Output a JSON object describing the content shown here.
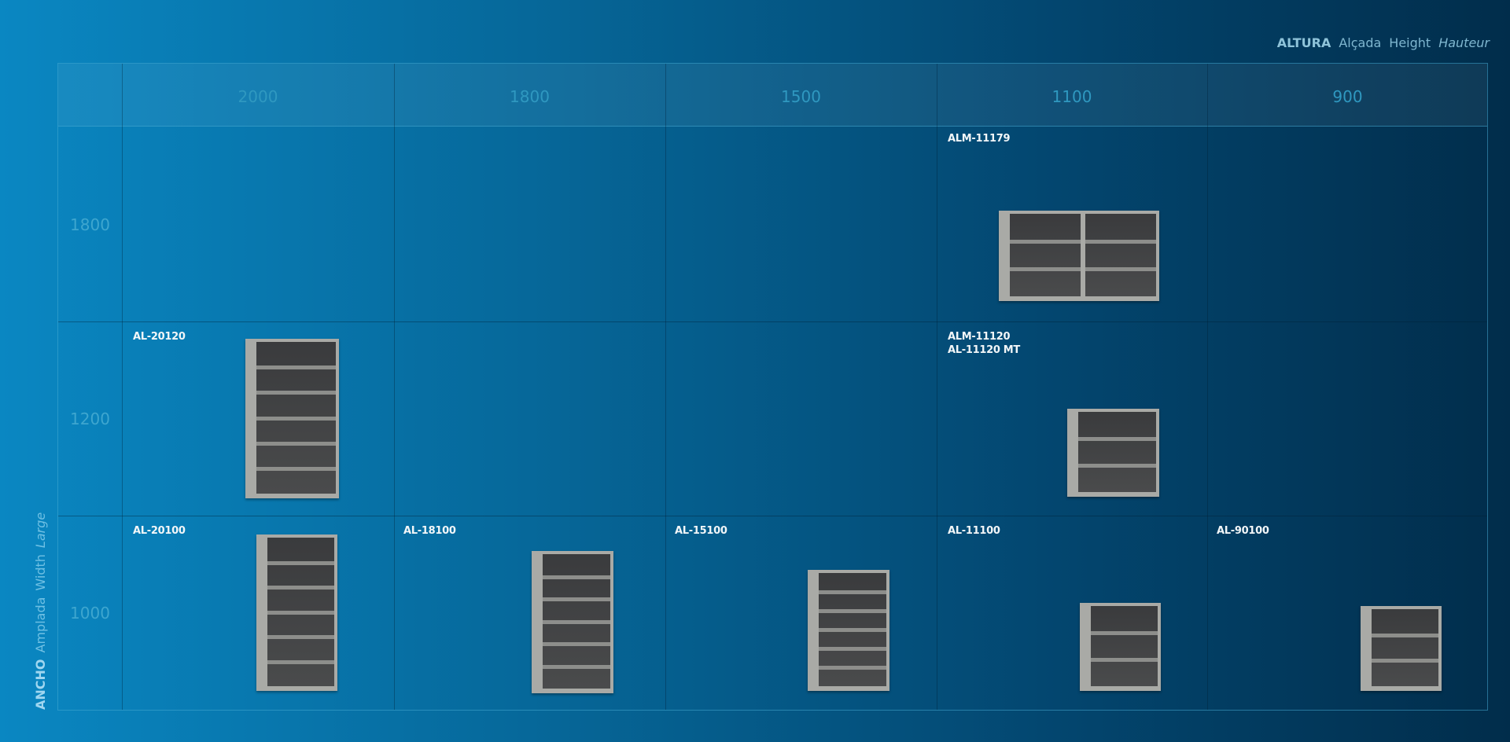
{
  "height_legend": {
    "es": "ALTURA",
    "ca": "Alçada",
    "en": "Height",
    "fr": "Hauteur"
  },
  "width_legend": {
    "es": "ANCHO",
    "ca": "Amplada",
    "en": "Width",
    "fr": "Large"
  },
  "columns": [
    "2000",
    "1800",
    "1500",
    "1100",
    "900"
  ],
  "rows": [
    "1800",
    "1200",
    "1000"
  ],
  "cells": {
    "r0c3": "ALM-11179",
    "r1c0": "AL-20120",
    "r1c3a": "ALM-11120",
    "r1c3b": "AL-11120 MT",
    "r2c0": "AL-20100",
    "r2c1": "AL-18100",
    "r2c2": "AL-15100",
    "r2c3": "AL-11100",
    "r2c4": "AL-90100"
  }
}
